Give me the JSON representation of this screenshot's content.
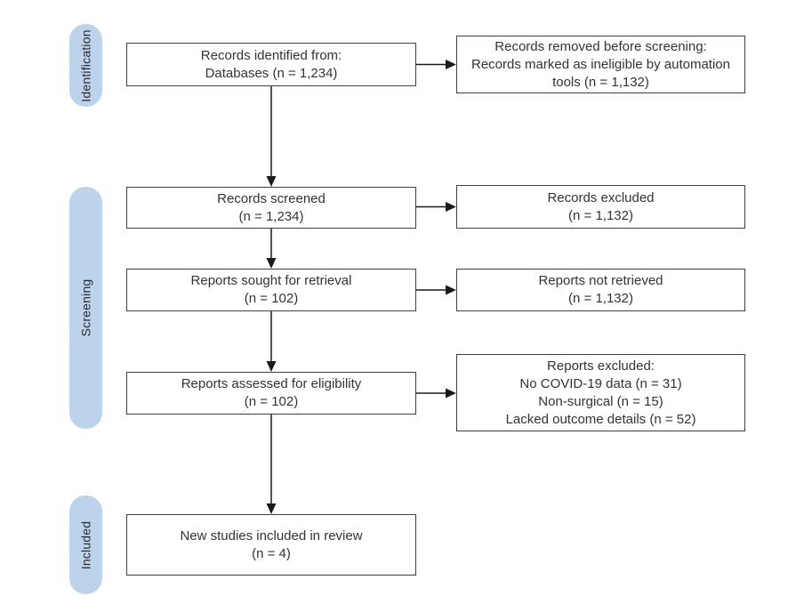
{
  "colors": {
    "stage_fill": "#BDD3EC",
    "box_border": "#3F3F3F",
    "text_color": "#333333",
    "arrow_color": "#1A1A1A"
  },
  "stages": [
    {
      "label": "Identification"
    },
    {
      "label": "Screening"
    },
    {
      "label": "Included"
    }
  ],
  "boxes": {
    "identified": {
      "lines": [
        "Records identified from:",
        "Databases (n = 1,234)"
      ]
    },
    "removed_before_screening": {
      "lines": [
        "Records removed before screening:",
        "Records marked as ineligible by automation",
        "tools (n = 1,132)"
      ]
    },
    "screened": {
      "lines": [
        "Records screened",
        "(n = 1,234)"
      ]
    },
    "records_excluded": {
      "lines": [
        "Records excluded",
        "(n = 1,132)"
      ]
    },
    "sought_for_retrieval": {
      "lines": [
        "Reports sought for retrieval",
        "(n = 102)"
      ]
    },
    "not_retrieved": {
      "lines": [
        "Reports not retrieved",
        "(n = 1,132)"
      ]
    },
    "assessed_for_eligibility": {
      "lines": [
        "Reports assessed for eligibility",
        "(n = 102)"
      ]
    },
    "reports_excluded": {
      "lines": [
        "Reports excluded:",
        "No COVID-19 data (n = 31)",
        "Non-surgical (n = 15)",
        "Lacked outcome details (n = 52)"
      ]
    },
    "included_in_review": {
      "lines": [
        "New studies included in review",
        "(n = 4)"
      ]
    }
  }
}
